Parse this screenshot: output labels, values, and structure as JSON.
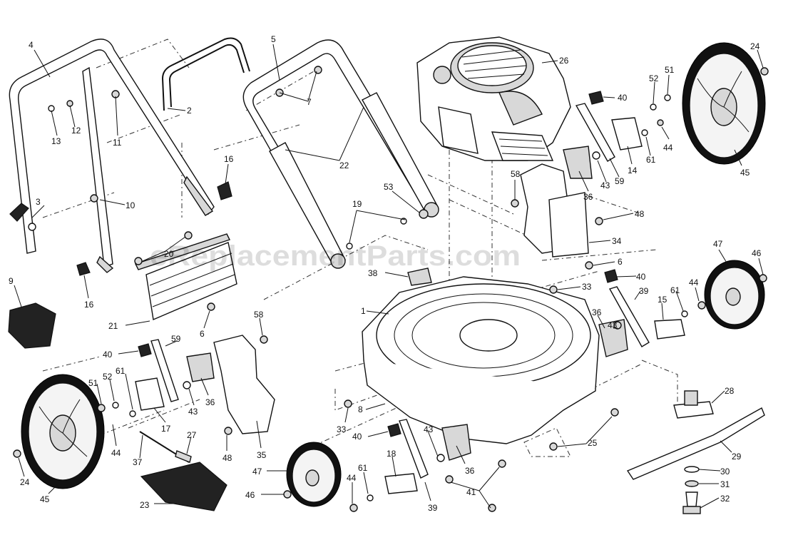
{
  "watermark": "eReplacementParts.com",
  "callouts": [
    {
      "id": "c-4-a",
      "text": "4"
    },
    {
      "id": "c-5",
      "text": "5"
    },
    {
      "id": "c-2",
      "text": "2"
    },
    {
      "id": "c-7",
      "text": "7"
    },
    {
      "id": "c-13",
      "text": "13"
    },
    {
      "id": "c-12",
      "text": "12"
    },
    {
      "id": "c-11",
      "text": "11"
    },
    {
      "id": "c-26",
      "text": "26"
    },
    {
      "id": "c-24-a",
      "text": "24"
    },
    {
      "id": "c-52-a",
      "text": "52"
    },
    {
      "id": "c-51-a",
      "text": "51"
    },
    {
      "id": "c-40-a",
      "text": "40"
    },
    {
      "id": "c-44-a",
      "text": "44"
    },
    {
      "id": "c-61-a",
      "text": "61"
    },
    {
      "id": "c-14",
      "text": "14"
    },
    {
      "id": "c-59-a",
      "text": "59"
    },
    {
      "id": "c-43-a",
      "text": "43"
    },
    {
      "id": "c-36-a",
      "text": "36"
    },
    {
      "id": "c-45-a",
      "text": "45"
    },
    {
      "id": "c-22",
      "text": "22"
    },
    {
      "id": "c-16-a",
      "text": "16"
    },
    {
      "id": "c-58-a",
      "text": "58"
    },
    {
      "id": "c-3",
      "text": "3"
    },
    {
      "id": "c-10",
      "text": "10"
    },
    {
      "id": "c-53",
      "text": "53"
    },
    {
      "id": "c-19",
      "text": "19"
    },
    {
      "id": "c-48-a",
      "text": "48"
    },
    {
      "id": "c-34",
      "text": "34"
    },
    {
      "id": "c-20",
      "text": "20"
    },
    {
      "id": "c-6-a",
      "text": "6"
    },
    {
      "id": "c-47-a",
      "text": "47"
    },
    {
      "id": "c-46-a",
      "text": "46"
    },
    {
      "id": "c-16-b",
      "text": "16"
    },
    {
      "id": "c-38",
      "text": "38"
    },
    {
      "id": "c-9",
      "text": "9"
    },
    {
      "id": "c-40-b",
      "text": "40"
    },
    {
      "id": "c-44-b",
      "text": "44"
    },
    {
      "id": "c-33-a",
      "text": "33"
    },
    {
      "id": "c-39-a",
      "text": "39"
    },
    {
      "id": "c-61-b",
      "text": "61"
    },
    {
      "id": "c-1",
      "text": "1"
    },
    {
      "id": "c-21",
      "text": "21"
    },
    {
      "id": "c-6-b",
      "text": "6"
    },
    {
      "id": "c-15",
      "text": "15"
    },
    {
      "id": "c-58-b",
      "text": "58"
    },
    {
      "id": "c-36-b",
      "text": "36"
    },
    {
      "id": "c-43-b",
      "text": "43"
    },
    {
      "id": "c-40-c",
      "text": "40"
    },
    {
      "id": "c-59-b",
      "text": "59"
    },
    {
      "id": "c-51-b",
      "text": "51"
    },
    {
      "id": "c-52-b",
      "text": "52"
    },
    {
      "id": "c-61-c",
      "text": "61"
    },
    {
      "id": "c-36-c",
      "text": "36"
    },
    {
      "id": "c-43-c",
      "text": "43"
    },
    {
      "id": "c-17",
      "text": "17"
    },
    {
      "id": "c-44-c",
      "text": "44"
    },
    {
      "id": "c-28",
      "text": "28"
    },
    {
      "id": "c-8",
      "text": "8"
    },
    {
      "id": "c-33-b",
      "text": "33"
    },
    {
      "id": "c-40-d",
      "text": "40"
    },
    {
      "id": "c-43-d",
      "text": "43"
    },
    {
      "id": "c-27",
      "text": "27"
    },
    {
      "id": "c-48-b",
      "text": "48"
    },
    {
      "id": "c-35",
      "text": "35"
    },
    {
      "id": "c-25",
      "text": "25"
    },
    {
      "id": "c-29",
      "text": "29"
    },
    {
      "id": "c-37",
      "text": "37"
    },
    {
      "id": "c-36-d",
      "text": "36"
    },
    {
      "id": "c-18",
      "text": "18"
    },
    {
      "id": "c-24-b",
      "text": "24"
    },
    {
      "id": "c-47-b",
      "text": "47"
    },
    {
      "id": "c-30",
      "text": "30"
    },
    {
      "id": "c-61-d",
      "text": "61"
    },
    {
      "id": "c-44-d",
      "text": "44"
    },
    {
      "id": "c-41",
      "text": "41"
    },
    {
      "id": "c-31",
      "text": "31"
    },
    {
      "id": "c-45-b",
      "text": "45"
    },
    {
      "id": "c-46-b",
      "text": "46"
    },
    {
      "id": "c-23",
      "text": "23"
    },
    {
      "id": "c-39-b",
      "text": "39"
    },
    {
      "id": "c-32",
      "text": "32"
    }
  ]
}
